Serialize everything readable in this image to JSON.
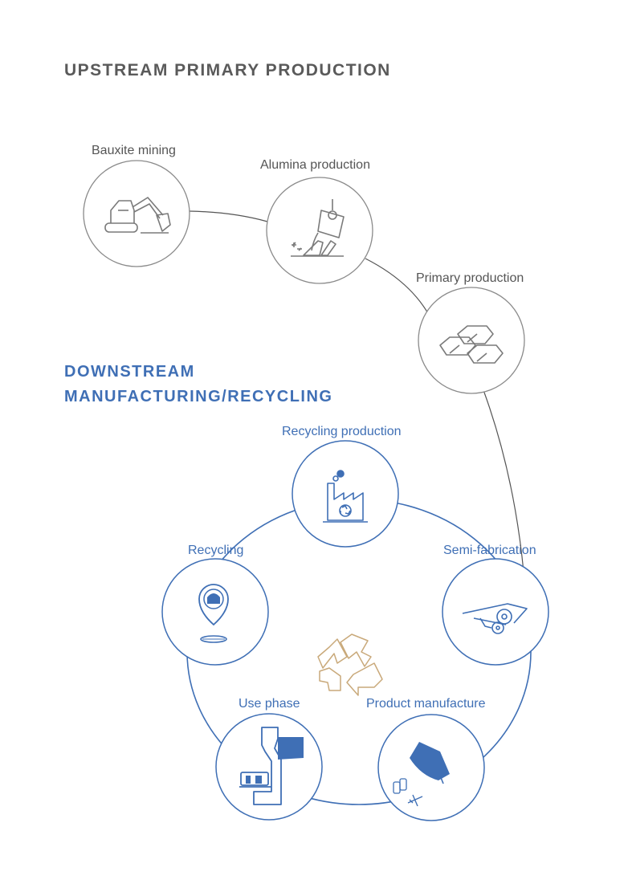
{
  "headings": {
    "upstream": "UPSTREAM PRIMARY PRODUCTION",
    "downstream_line1": "DOWNSTREAM",
    "downstream_line2": "MANUFACTURING/RECYCLING"
  },
  "upstream_steps": [
    {
      "label": "Bauxite mining",
      "icon": "excavator-icon"
    },
    {
      "label": "Alumina production",
      "icon": "crucible-pour-icon"
    },
    {
      "label": "Primary production",
      "icon": "ingots-icon"
    }
  ],
  "downstream_steps": [
    {
      "label": "Recycling production",
      "icon": "factory-recycling-icon"
    },
    {
      "label": "Semi-fabrication",
      "icon": "rolling-mill-icon"
    },
    {
      "label": "Product manufacture",
      "icon": "capsule-icon"
    },
    {
      "label": "Use phase",
      "icon": "coffee-machine-icon"
    },
    {
      "label": "Recycling",
      "icon": "recycling-point-icon"
    }
  ],
  "center_icon": "recycle-symbol-icon",
  "colors": {
    "grey": "#7a7a7a",
    "grey_text": "#555555",
    "blue": "#3f6fb5",
    "blue_fill": "#3f6fb5",
    "gold": "#c9a97a"
  }
}
